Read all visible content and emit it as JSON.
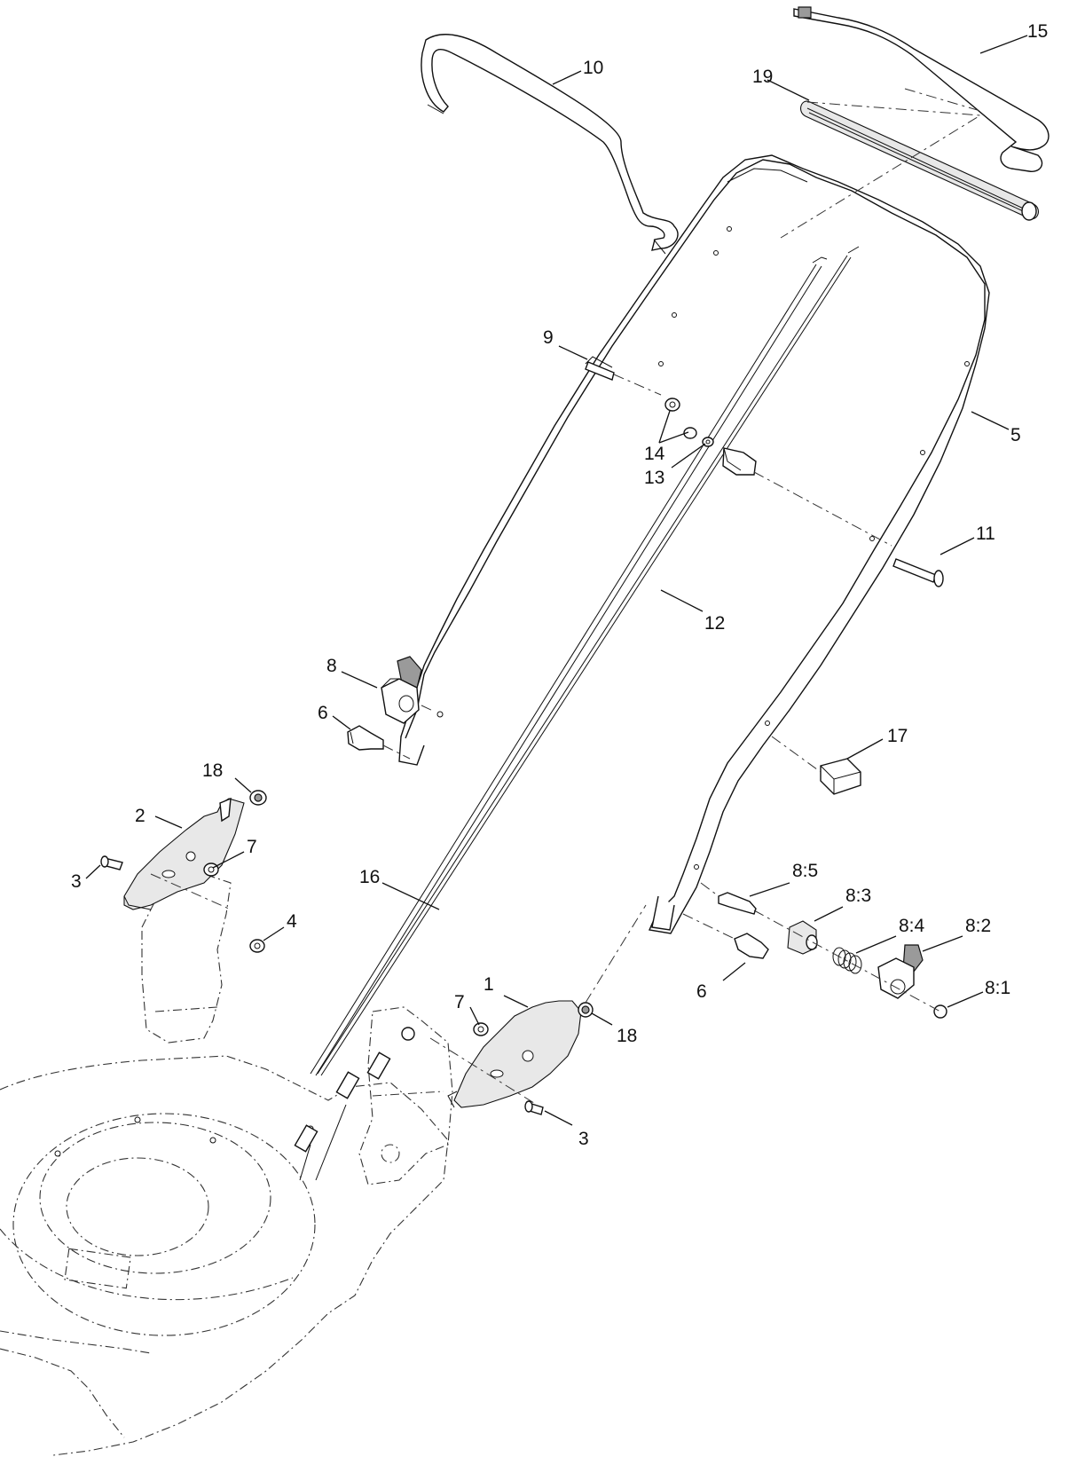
{
  "colors": {
    "line": "#111111",
    "shade": "#9a9a9a",
    "background": "#ffffff"
  },
  "callouts": {
    "c1": "1",
    "c2": "2",
    "c3a": "3",
    "c3b": "3",
    "c4": "4",
    "c5": "5",
    "c6a": "6",
    "c6b": "6",
    "c7a": "7",
    "c7b": "7",
    "c8": "8",
    "c8_1": "8:1",
    "c8_2": "8:2",
    "c8_3": "8:3",
    "c8_4": "8:4",
    "c8_5": "8:5",
    "c9": "9",
    "c10": "10",
    "c11": "11",
    "c12": "12",
    "c13": "13",
    "c14": "14",
    "c15": "15",
    "c16": "16",
    "c17": "17",
    "c18a": "18",
    "c18b": "18",
    "c19": "19"
  }
}
